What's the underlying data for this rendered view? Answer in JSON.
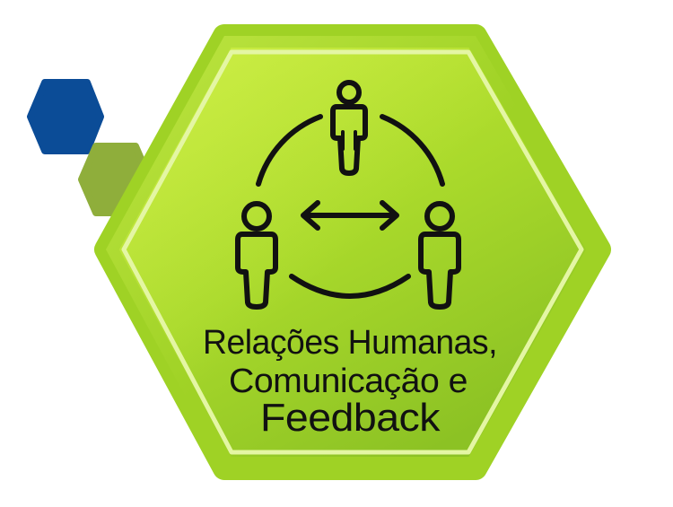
{
  "badge": {
    "title_lines": [
      "Relações Humanas,",
      "Comunicação e",
      "Feedback"
    ],
    "icon": "people-exchange-cycle-icon",
    "colors": {
      "hex_main": "#a6d62a",
      "hex_light": "#c9ec3c",
      "hex_border": "#e4f6a4",
      "deco_blue": "#0b4c97",
      "deco_green": "#8fae3b",
      "text": "#111111"
    }
  }
}
